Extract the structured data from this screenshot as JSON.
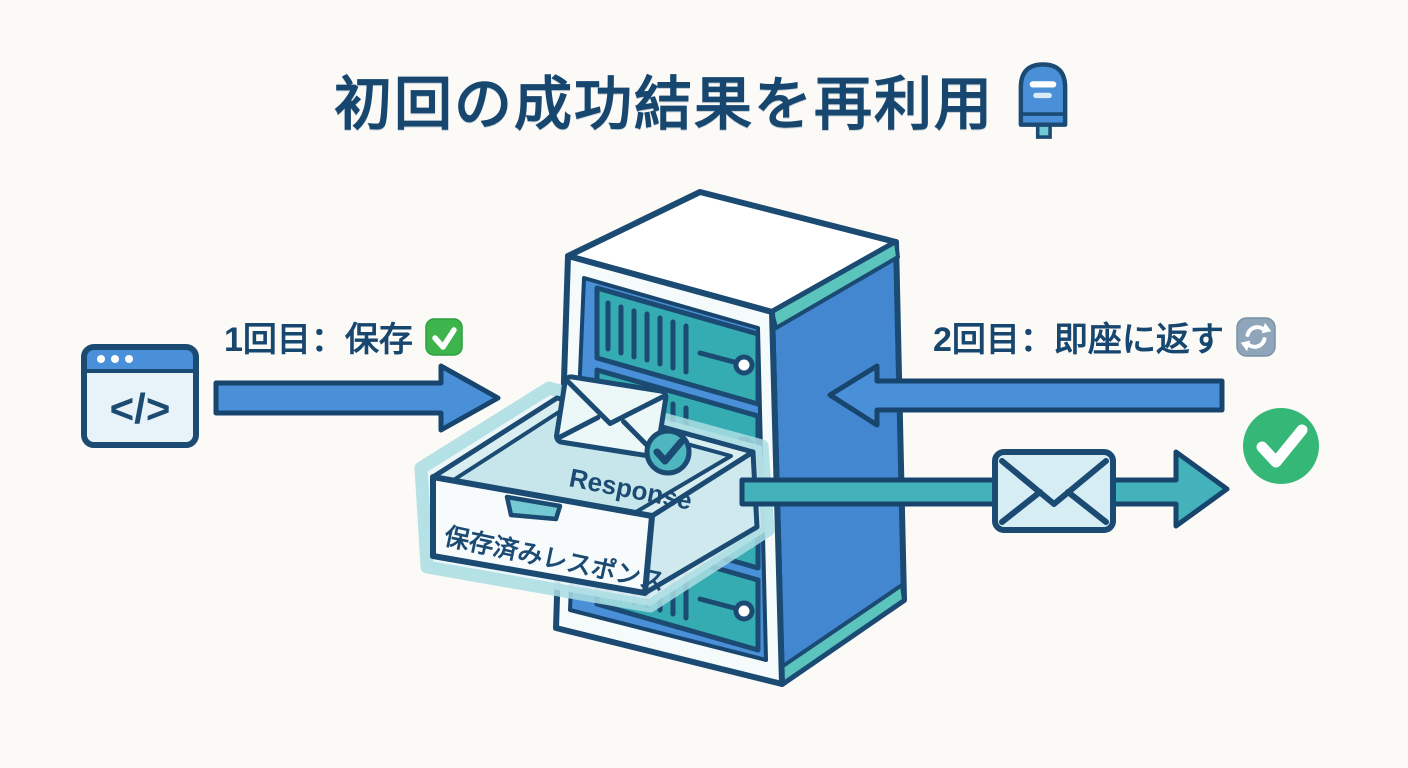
{
  "title": {
    "text": "初回の成功結果を再利用",
    "icon": "postbox-icon"
  },
  "flow": {
    "first_request_label": "1回目：保存",
    "first_request_icon": "check-mark-button-emoji",
    "second_request_label": "2回目：即座に返す",
    "second_request_icon": "counterclockwise-arrows-emoji"
  },
  "client": {
    "icon": "code-window-icon",
    "code_glyph": "</>"
  },
  "server": {
    "icon": "server-rack",
    "rack_units": 4
  },
  "drawer": {
    "front_label": "保存済みレスポンス",
    "envelope_label": "Response",
    "badge_icon": "check-circle-icon"
  },
  "result": {
    "icon": "success-check-icon",
    "envelope_icon": "envelope-icon"
  },
  "colors": {
    "background": "#fbfaf7",
    "navy_outline": "#1b4a73",
    "title_text": "#17466f",
    "request_arrow_blue": "#4a90d8",
    "server_side_blue": "#4287d0",
    "server_bevel_teal": "#5bc4bc",
    "rack_teal": "#35acb2",
    "response_arrow_teal": "#43b2ba",
    "drawer_glass": "#e8f5f7",
    "success_green": "#35b877",
    "emoji_check_green": "#3db44c",
    "emoji_repeat_gray": "#8fa6ba"
  }
}
